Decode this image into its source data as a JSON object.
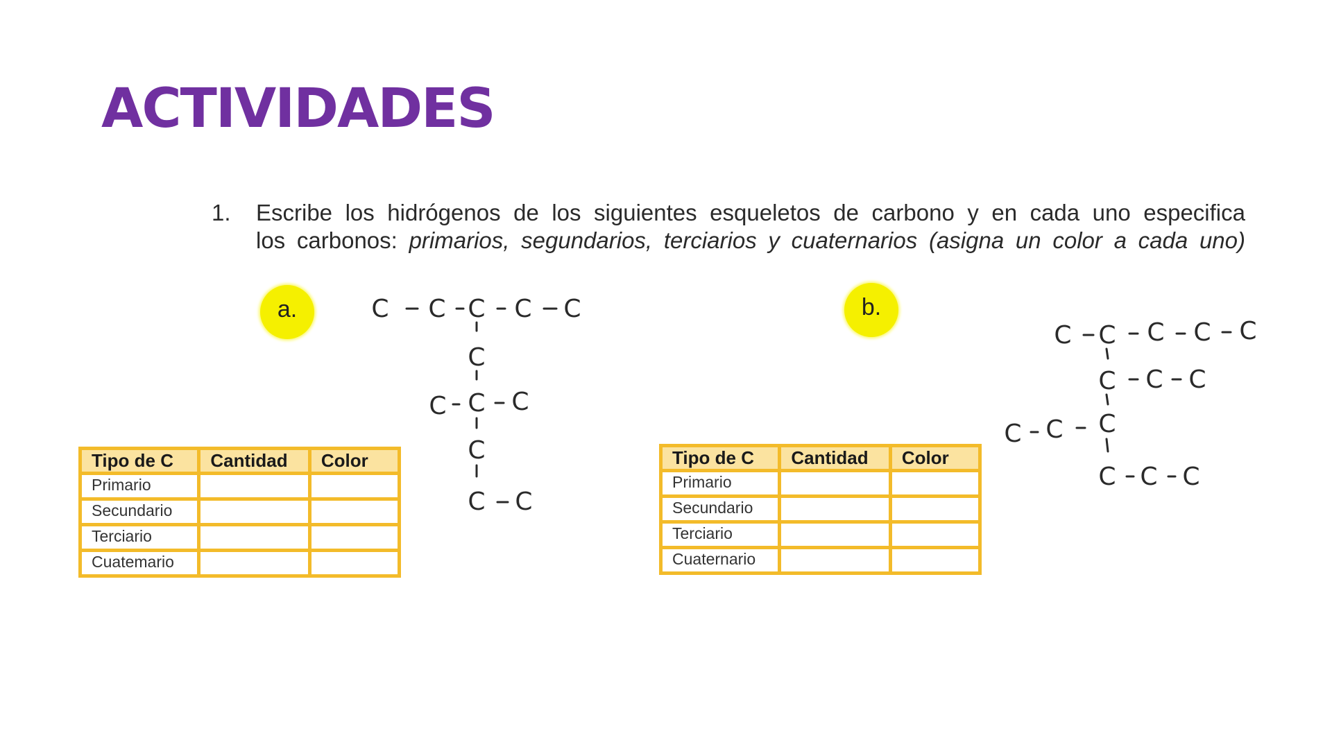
{
  "title": "ACTIVIDADES",
  "instruction": {
    "number": "1.",
    "line1": "Escribe los hidrógenos de los siguientes esqueletos de carbono y en cada uno especifica",
    "line2_prefix": "los carbonos: ",
    "line2_italic": "primarios, segundarios, terciarios y cuaternarios (asigna un color a cada uno)"
  },
  "colors": {
    "title": "#7030a0",
    "badge": "#f5f000",
    "table_border": "#f3bb2a",
    "table_header_bg": "#fbe3a0"
  },
  "exercises": [
    {
      "label": "a.",
      "skeleton": {
        "atom": "C",
        "rows": [
          "C –C –C – C –C",
          "C",
          "C –C –C",
          "C",
          "C –C"
        ]
      },
      "table": {
        "headers": [
          "Tipo de C",
          "Cantidad",
          "Color"
        ],
        "rows": [
          {
            "tipo": "Primario",
            "cantidad": "",
            "color": ""
          },
          {
            "tipo": "Secundario",
            "cantidad": "",
            "color": ""
          },
          {
            "tipo": "Terciario",
            "cantidad": "",
            "color": ""
          },
          {
            "tipo": "Cuatemario",
            "cantidad": "",
            "color": ""
          }
        ]
      }
    },
    {
      "label": "b.",
      "skeleton": {
        "atom": "C",
        "rows": [
          "C –C – C –C –C",
          "C –C –C",
          "C –C –C",
          "C –C –C"
        ]
      },
      "table": {
        "headers": [
          "Tipo de C",
          "Cantidad",
          "Color"
        ],
        "rows": [
          {
            "tipo": "Primario",
            "cantidad": "",
            "color": ""
          },
          {
            "tipo": "Secundario",
            "cantidad": "",
            "color": ""
          },
          {
            "tipo": "Terciario",
            "cantidad": "",
            "color": ""
          },
          {
            "tipo": "Cuaternario",
            "cantidad": "",
            "color": ""
          }
        ]
      }
    }
  ]
}
